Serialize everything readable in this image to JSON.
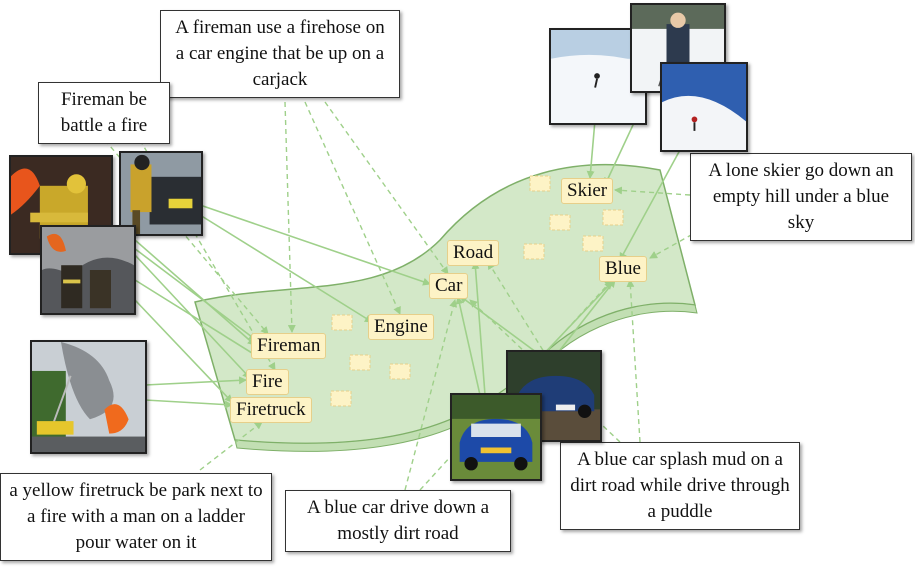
{
  "captions": {
    "fireman_carjack": "A fireman use a firehose on a car engine that be up on a carjack",
    "fireman_battle": "Fireman be battle a fire",
    "lone_skier": "A lone skier go down an empty hill under a blue sky",
    "yellow_firetruck": "a yellow firetruck be park next to a fire with a man on a ladder pour water on it",
    "blue_car_dirt_road": "A blue car drive down a mostly dirt road",
    "blue_car_splash": "A blue car splash mud on a dirt road while drive through a puddle"
  },
  "words": {
    "skier": "Skier",
    "road": "Road",
    "blue": "Blue",
    "car": "Car",
    "engine": "Engine",
    "fireman": "Fireman",
    "fire": "Fire",
    "firetruck": "Firetruck"
  },
  "colors": {
    "manifold_fill": "#d3e8c8",
    "manifold_edge": "#7fb069",
    "arrow": "#9fd08a",
    "word_bg": "#fdf3c6"
  }
}
